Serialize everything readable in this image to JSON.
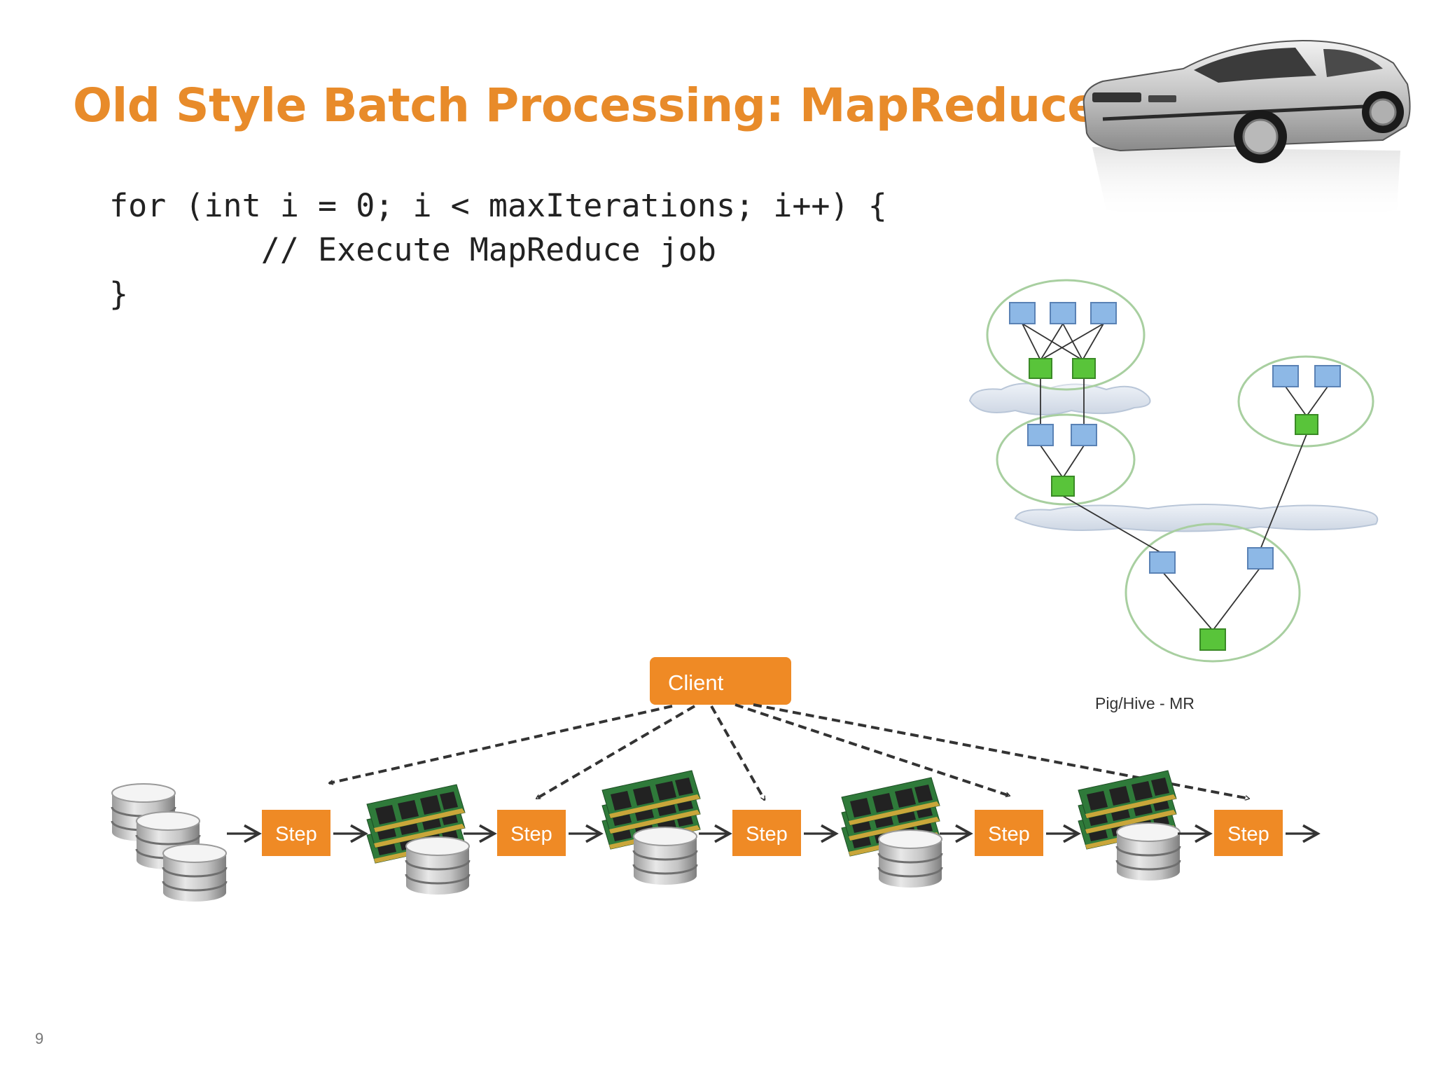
{
  "title": "Old Style Batch Processing: MapReduce",
  "code_lines": [
    "for (int i = 0; i < maxIterations; i++) {",
    "        // Execute MapReduce job",
    "}"
  ],
  "client_label": "Client",
  "step_label": "Step",
  "pig_hive_caption": "Pig/Hive - MR",
  "slide_number": "9",
  "colors": {
    "accent": "#E88B2A",
    "step_box": "#EF8A25",
    "client_box": "#EF8A25",
    "dag_source": "#8DB8E6",
    "dag_reducer": "#59C43A",
    "dag_group": "#A8CFA0"
  },
  "icons": {
    "car": "car-icon",
    "database": "database-icon",
    "memory": "memory-module-icon"
  }
}
